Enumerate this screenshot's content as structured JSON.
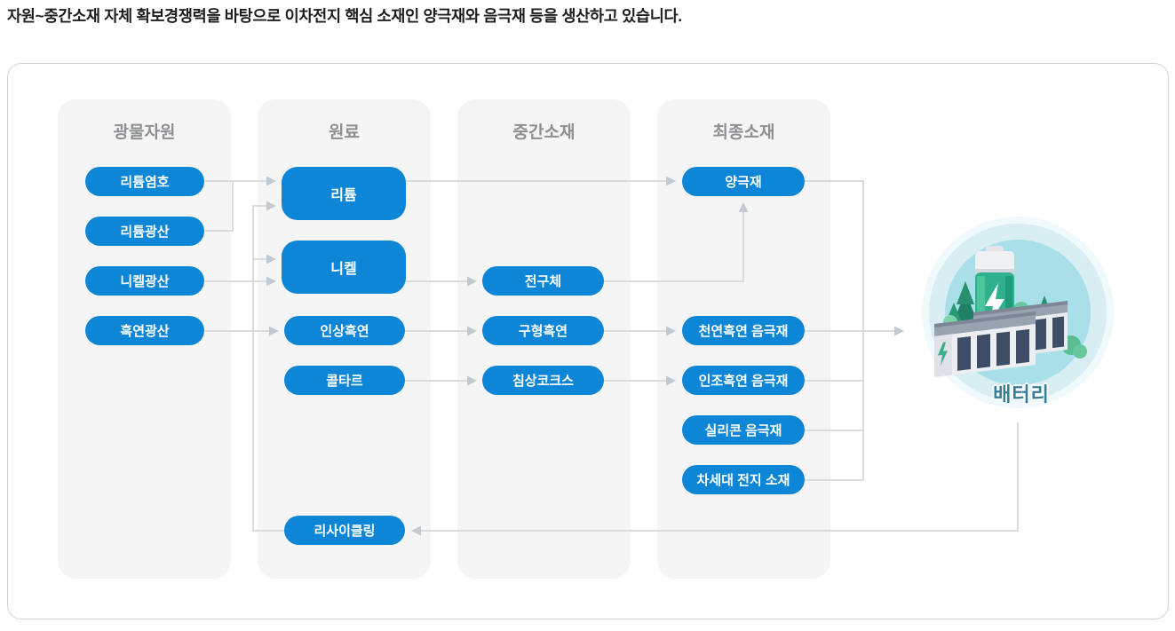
{
  "intro": "자원~중간소재 자체 확보경쟁력을 바탕으로 이차전지 핵심 소재인 양극재와 음극재 등을 생산하고 있습니다.",
  "columns": {
    "mineral": {
      "header": "광물자원"
    },
    "raw": {
      "header": "원료"
    },
    "mid": {
      "header": "중간소재"
    },
    "final": {
      "header": "최종소재"
    }
  },
  "nodes": {
    "lithium_salt_lake": "리튬염호",
    "lithium_mine": "리튬광산",
    "nickel_mine": "니켈광산",
    "graphite_mine": "흑연광산",
    "lithium": "리튬",
    "nickel": "니켈",
    "flake_graphite": "인상흑연",
    "coal_tar": "콜타르",
    "recycling": "리사이클링",
    "precursor": "전구체",
    "spherical_graphite": "구형흑연",
    "needle_coke": "침상코크스",
    "cathode": "양극재",
    "natural_graphite_anode": "천연흑연 음극재",
    "artificial_graphite_anode": "인조흑연 음극재",
    "silicon_anode": "실리콘 음극재",
    "next_gen_battery_material": "차세대 전지 소재"
  },
  "battery": {
    "label": "배터리"
  },
  "colors": {
    "pill_blue": "#0d86d7",
    "column_bg": "#f5f5f6",
    "panel_border": "#d3d3d5",
    "connector_line": "#dadbdd",
    "arrowhead": "#c3c9d0",
    "header_text": "#8d8f92",
    "battery_label_text": "#377d97",
    "battery_green": "#2fb18c",
    "battery_circle": "#a9dfe9"
  }
}
